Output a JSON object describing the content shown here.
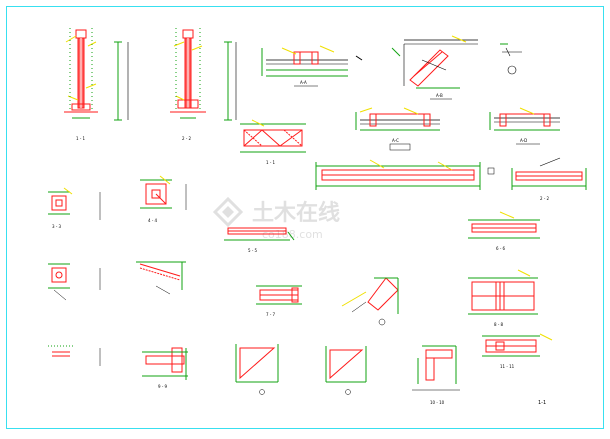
{
  "colors": {
    "background": "#ffffff",
    "frame": "#38e0f0",
    "steel_red": "#ff1a1a",
    "dim_green": "#12a312",
    "note_yellow": "#f0e000",
    "black": "#000000",
    "watermark": "#c8c8c8"
  },
  "watermark": {
    "cn": "土木在线",
    "en": "co188.com",
    "logo_icon": "diamond-logo-icon"
  },
  "labels": {
    "section_a": "A-A",
    "section_a_1": "A-A",
    "section_b": "A-B",
    "section_b_1": "A-B",
    "section_c": "A-C",
    "section_d": "A-D",
    "corner_mark": "1-1"
  }
}
